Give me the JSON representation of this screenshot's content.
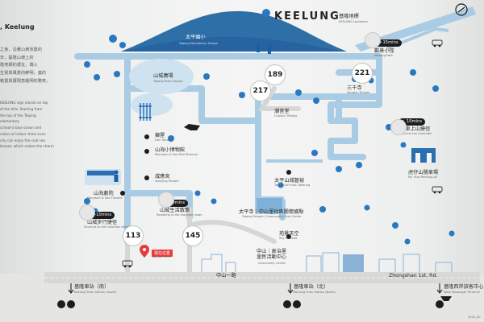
{
  "header": {
    "title_en_fragment": ", Keelung",
    "intro_lines_cn": [
      "之會，沿著山坡而建的",
      "年，基隆山坡上的",
      "隆地標的選址，傳入",
      "生質與風景的鮮明，基的",
      "裝置與展現意羅明的驚奇。"
    ],
    "intro_lines_en": [
      "KEELUNG sign stands on top",
      "of the hills. Starting from",
      "the top of the Taiping elementary",
      "school-a blue ocean and",
      "colors of indoor shine even",
      "city can enjoy the cool sea",
      "breeze, which makes the charm"
    ]
  },
  "landmark": {
    "title": "KEELUNG",
    "name_cn": "基隆地標",
    "name_en": "KEELUNG Landmark"
  },
  "places": [
    {
      "id": "taiping-elementary",
      "cn": "太平國小",
      "en": "Taiping Elementary School"
    },
    {
      "id": "shancheng-square",
      "cn": "山城廣場",
      "en": "Taiping Town Square"
    },
    {
      "id": "lily-house",
      "cn": "獅屋",
      "en": "Lion House"
    },
    {
      "id": "mountain-museum",
      "cn": "山海小博物館",
      "en": "Mountain & Sea Mini Museum"
    },
    {
      "id": "guanyin-temple",
      "cn": "咸應宮",
      "en": "Xianying Temple"
    },
    {
      "id": "shanhai-theater",
      "cn": "山海劇院",
      "en": "Mountain & Sea Theatre"
    },
    {
      "id": "chaoyin-temple",
      "cn": "潮音堂",
      "en": "Chaoyin Temple"
    },
    {
      "id": "sanqian-temple",
      "cn": "三千寺",
      "en": "Sanqian Temple"
    },
    {
      "id": "taiping-arts",
      "cn": "太平山城藝祕",
      "en": "Taiping Art Hub, Keelung"
    },
    {
      "id": "community-center",
      "cn": "太平寺｜中山里社區關懷據點",
      "en": "Taiping Temple | Community Care Center"
    },
    {
      "id": "heavenly-city",
      "cn": "苑景天空",
      "en": "Sky of Views"
    },
    {
      "id": "zhongshan-activity",
      "cn": "中山｜高治里\n里民活動中心",
      "en": "Community Center"
    },
    {
      "id": "view-pavilion",
      "cn": "觀景小徑",
      "en": "Viewing Path"
    },
    {
      "id": "neighbor-shop",
      "cn": "內機車上山捷徑",
      "en": "Shortcut to the mountain"
    },
    {
      "id": "huzi-pass",
      "cn": "虎仔山隧車場",
      "en": "Mt. Huzi Parking Lot"
    },
    {
      "id": "shancheng-stairs",
      "cn": "山城生活散策",
      "en": "Rambling in the mountain town"
    },
    {
      "id": "shancheng-trail",
      "cn": "山城步行捷徑",
      "en": "Shortcut to the mountain town"
    }
  ],
  "times": {
    "to_viewing_path": "10-15mins",
    "to_mountain_shortcut": "10mins",
    "rambling": "60mins",
    "trail": "8-10mins"
  },
  "bus_routes": [
    "189",
    "217",
    "221",
    "113",
    "145"
  ],
  "you_are_here": {
    "cn": "現在位置",
    "en": "You Are Here"
  },
  "road": {
    "cn": "中山一路",
    "en": "Zhongshan 1st. Rd."
  },
  "stations": [
    {
      "cn": "基隆車站（南）",
      "en": "Keelung Train Station (South)"
    },
    {
      "cn": "基隆車站（北）",
      "en": "Keelung Train Station (North)"
    },
    {
      "cn": "基隆西岸旅客中心",
      "en": "West Passenger Terminal"
    }
  ],
  "footer_code": "2022_00",
  "colors": {
    "path": "#a9cbe3",
    "accent": "#1565b4",
    "hill": "#2f6fa8",
    "road": "#d8d9d7",
    "dark": "#1f1f1f"
  }
}
